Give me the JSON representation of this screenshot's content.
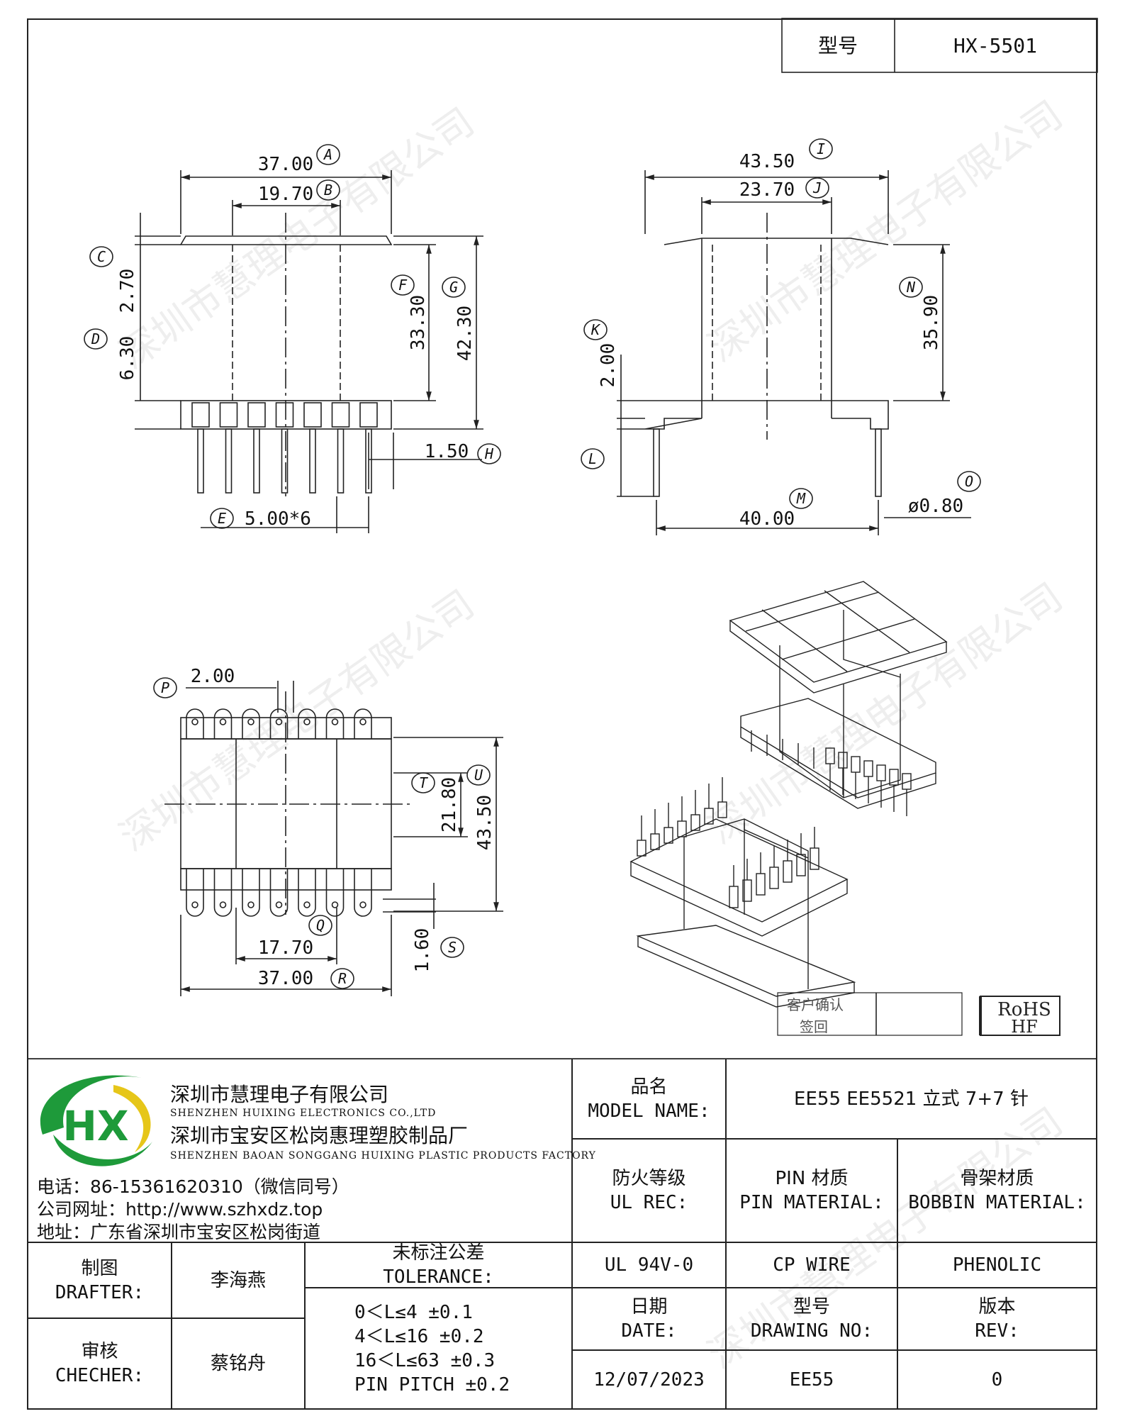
{
  "header": {
    "type_label": "型号",
    "type_value": "HX-5501"
  },
  "dims": {
    "front": {
      "A": "37.00",
      "B": "19.70",
      "C": "2.70",
      "D": "6.30",
      "F": "33.30",
      "G": "42.30",
      "H": "1.50",
      "E": "5.00*6"
    },
    "side": {
      "I": "43.50",
      "J": "23.70",
      "K": "2.00",
      "N": "35.90",
      "M": "40.00",
      "O": "ø0.80"
    },
    "bottom": {
      "P": "2.00",
      "T": "21.80",
      "U": "43.50",
      "S": "1.60",
      "Q": "17.70",
      "R": "37.00"
    },
    "letters": [
      "A",
      "B",
      "C",
      "D",
      "E",
      "F",
      "G",
      "H",
      "I",
      "J",
      "K",
      "L",
      "M",
      "N",
      "O",
      "P",
      "Q",
      "R",
      "S",
      "T",
      "U"
    ]
  },
  "approval": {
    "line1": "客户确认",
    "line2": "签回",
    "rohs": "RoHS",
    "hf": "HF"
  },
  "company": {
    "name_cn": "深圳市慧理电子有限公司",
    "name_en": "SHENZHEN HUIXING ELECTRONICS CO.,LTD",
    "factory_cn": "深圳市宝安区松岗惠理塑胶制品厂",
    "factory_en": "SHENZHEN BAOAN SONGGANG HUIXING PLASTIC PRODUCTS FACTORY",
    "phone": "电话：86-15361620310（微信同号）",
    "website": "公司网址：http://www.szhxdz.top",
    "address": "地址：广东省深圳市宝安区松岗街道",
    "logo_text": "HX",
    "colors": {
      "green": "#1e9a3a",
      "yellow": "#e6c619"
    }
  },
  "title_block": {
    "model_label_cn": "品名",
    "model_label_en": "MODEL NAME:",
    "model_value": "EE55 EE5521 立式 7+7 针",
    "ul_label_cn": "防火等级",
    "ul_label_en": "UL REC:",
    "pin_label_cn": "PIN 材质",
    "pin_label_en": "PIN MATERIAL:",
    "bobbin_label_cn": "骨架材质",
    "bobbin_label_en": "BOBBIN MATERIAL:",
    "drafter_label_cn": "制图",
    "drafter_label_en": "DRAFTER:",
    "drafter_value": "李海燕",
    "checker_label_cn": "审核",
    "checker_label_en": "CHECHER:",
    "checker_value": "蔡铭舟",
    "tol_label_cn": "未标注公差",
    "tol_label_en": "TOLERANCE:",
    "tol_lines": [
      "0＜L≤4  ±0.1",
      "4＜L≤16 ±0.2",
      "16＜L≤63 ±0.3",
      "PIN PITCH ±0.2"
    ],
    "ul_value": "UL 94V-0",
    "pin_value": "CP WIRE",
    "bobbin_value": "PHENOLIC",
    "date_label_cn": "日期",
    "date_label_en": "DATE:",
    "dwg_label_cn": "型号",
    "dwg_label_en": "DRAWING NO:",
    "rev_label_cn": "版本",
    "rev_label_en": "REV:",
    "date_value": "12/07/2023",
    "dwg_value": "EE55",
    "rev_value": "0"
  },
  "watermark": "深圳市慧理电子有限公司"
}
